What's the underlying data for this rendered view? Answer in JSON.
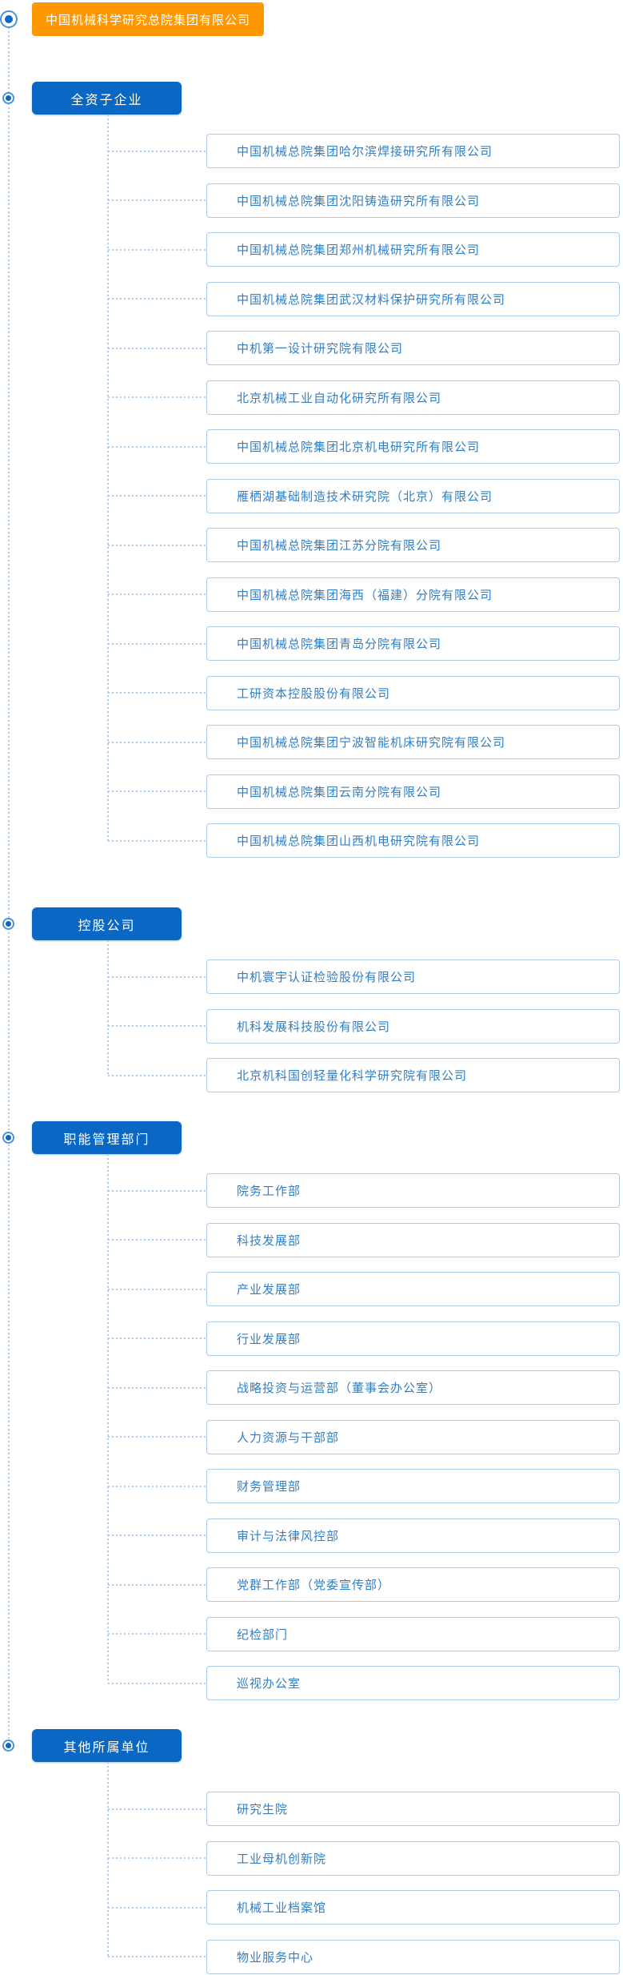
{
  "root": {
    "label": "中国机械科学研究总院集团有限公司"
  },
  "sections": [
    {
      "label": "全资子企业",
      "items": [
        "中国机械总院集团哈尔滨焊接研究所有限公司",
        "中国机械总院集团沈阳铸造研究所有限公司",
        "中国机械总院集团郑州机械研究所有限公司",
        "中国机械总院集团武汉材料保护研究所有限公司",
        "中机第一设计研究院有限公司",
        "北京机械工业自动化研究所有限公司",
        "中国机械总院集团北京机电研究所有限公司",
        "雁栖湖基础制造技术研究院（北京）有限公司",
        "中国机械总院集团江苏分院有限公司",
        "中国机械总院集团海西（福建）分院有限公司",
        "中国机械总院集团青岛分院有限公司",
        "工研资本控股股份有限公司",
        "中国机械总院集团宁波智能机床研究院有限公司",
        "中国机械总院集团云南分院有限公司",
        "中国机械总院集团山西机电研究院有限公司"
      ]
    },
    {
      "label": "控股公司",
      "items": [
        "中机寰宇认证检验股份有限公司",
        "机科发展科技股份有限公司",
        "北京机科国创轻量化科学研究院有限公司"
      ]
    },
    {
      "label": "职能管理部门",
      "items": [
        "院务工作部",
        "科技发展部",
        "产业发展部",
        "行业发展部",
        "战略投资与运营部（董事会办公室）",
        "人力资源与干部部",
        "财务管理部",
        "审计与法律风控部",
        "党群工作部（党委宣传部）",
        "纪检部门",
        "巡视办公室"
      ]
    },
    {
      "label": "其他所属单位",
      "items": [
        "研究生院",
        "工业母机创新院",
        "机械工业档案馆",
        "物业服务中心"
      ]
    }
  ],
  "colors": {
    "root_bg": "#ff9800",
    "section_bg": "#0a68c4",
    "item_border": "#aacbe9",
    "item_text": "#2e7fc9",
    "connector": "#abccec",
    "bullet_ring": "#4a93dd",
    "bullet_dot": "#0a68c4"
  }
}
